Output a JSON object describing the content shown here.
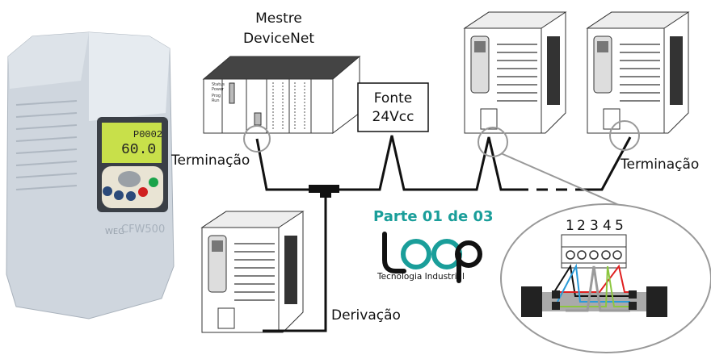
{
  "title": {
    "line1": "Mestre",
    "line2": "DeviceNet"
  },
  "power_supply": {
    "line1": "Fonte",
    "line2": "24Vcc"
  },
  "labels": {
    "termination_left": "Terminação",
    "termination_right": "Terminação",
    "derivation": "Derivação"
  },
  "part": "Parte 01 de 03",
  "logo": {
    "word": "loop",
    "tagline": "Tecnologia Industrial",
    "color": "#1a9e9a"
  },
  "inverter_photo": {
    "param": "P0002",
    "value": "60.0",
    "model": "CFW500",
    "brand": "WEG"
  },
  "connector": {
    "pins": [
      "1",
      "2",
      "3",
      "4",
      "5"
    ],
    "wire_colors": [
      "#111111",
      "#2a9ad8",
      "#9a9a9a",
      "#8cc63f",
      "#e02020"
    ]
  },
  "plc_labels": [
    "Status",
    "Power",
    "Prog",
    "Run"
  ]
}
